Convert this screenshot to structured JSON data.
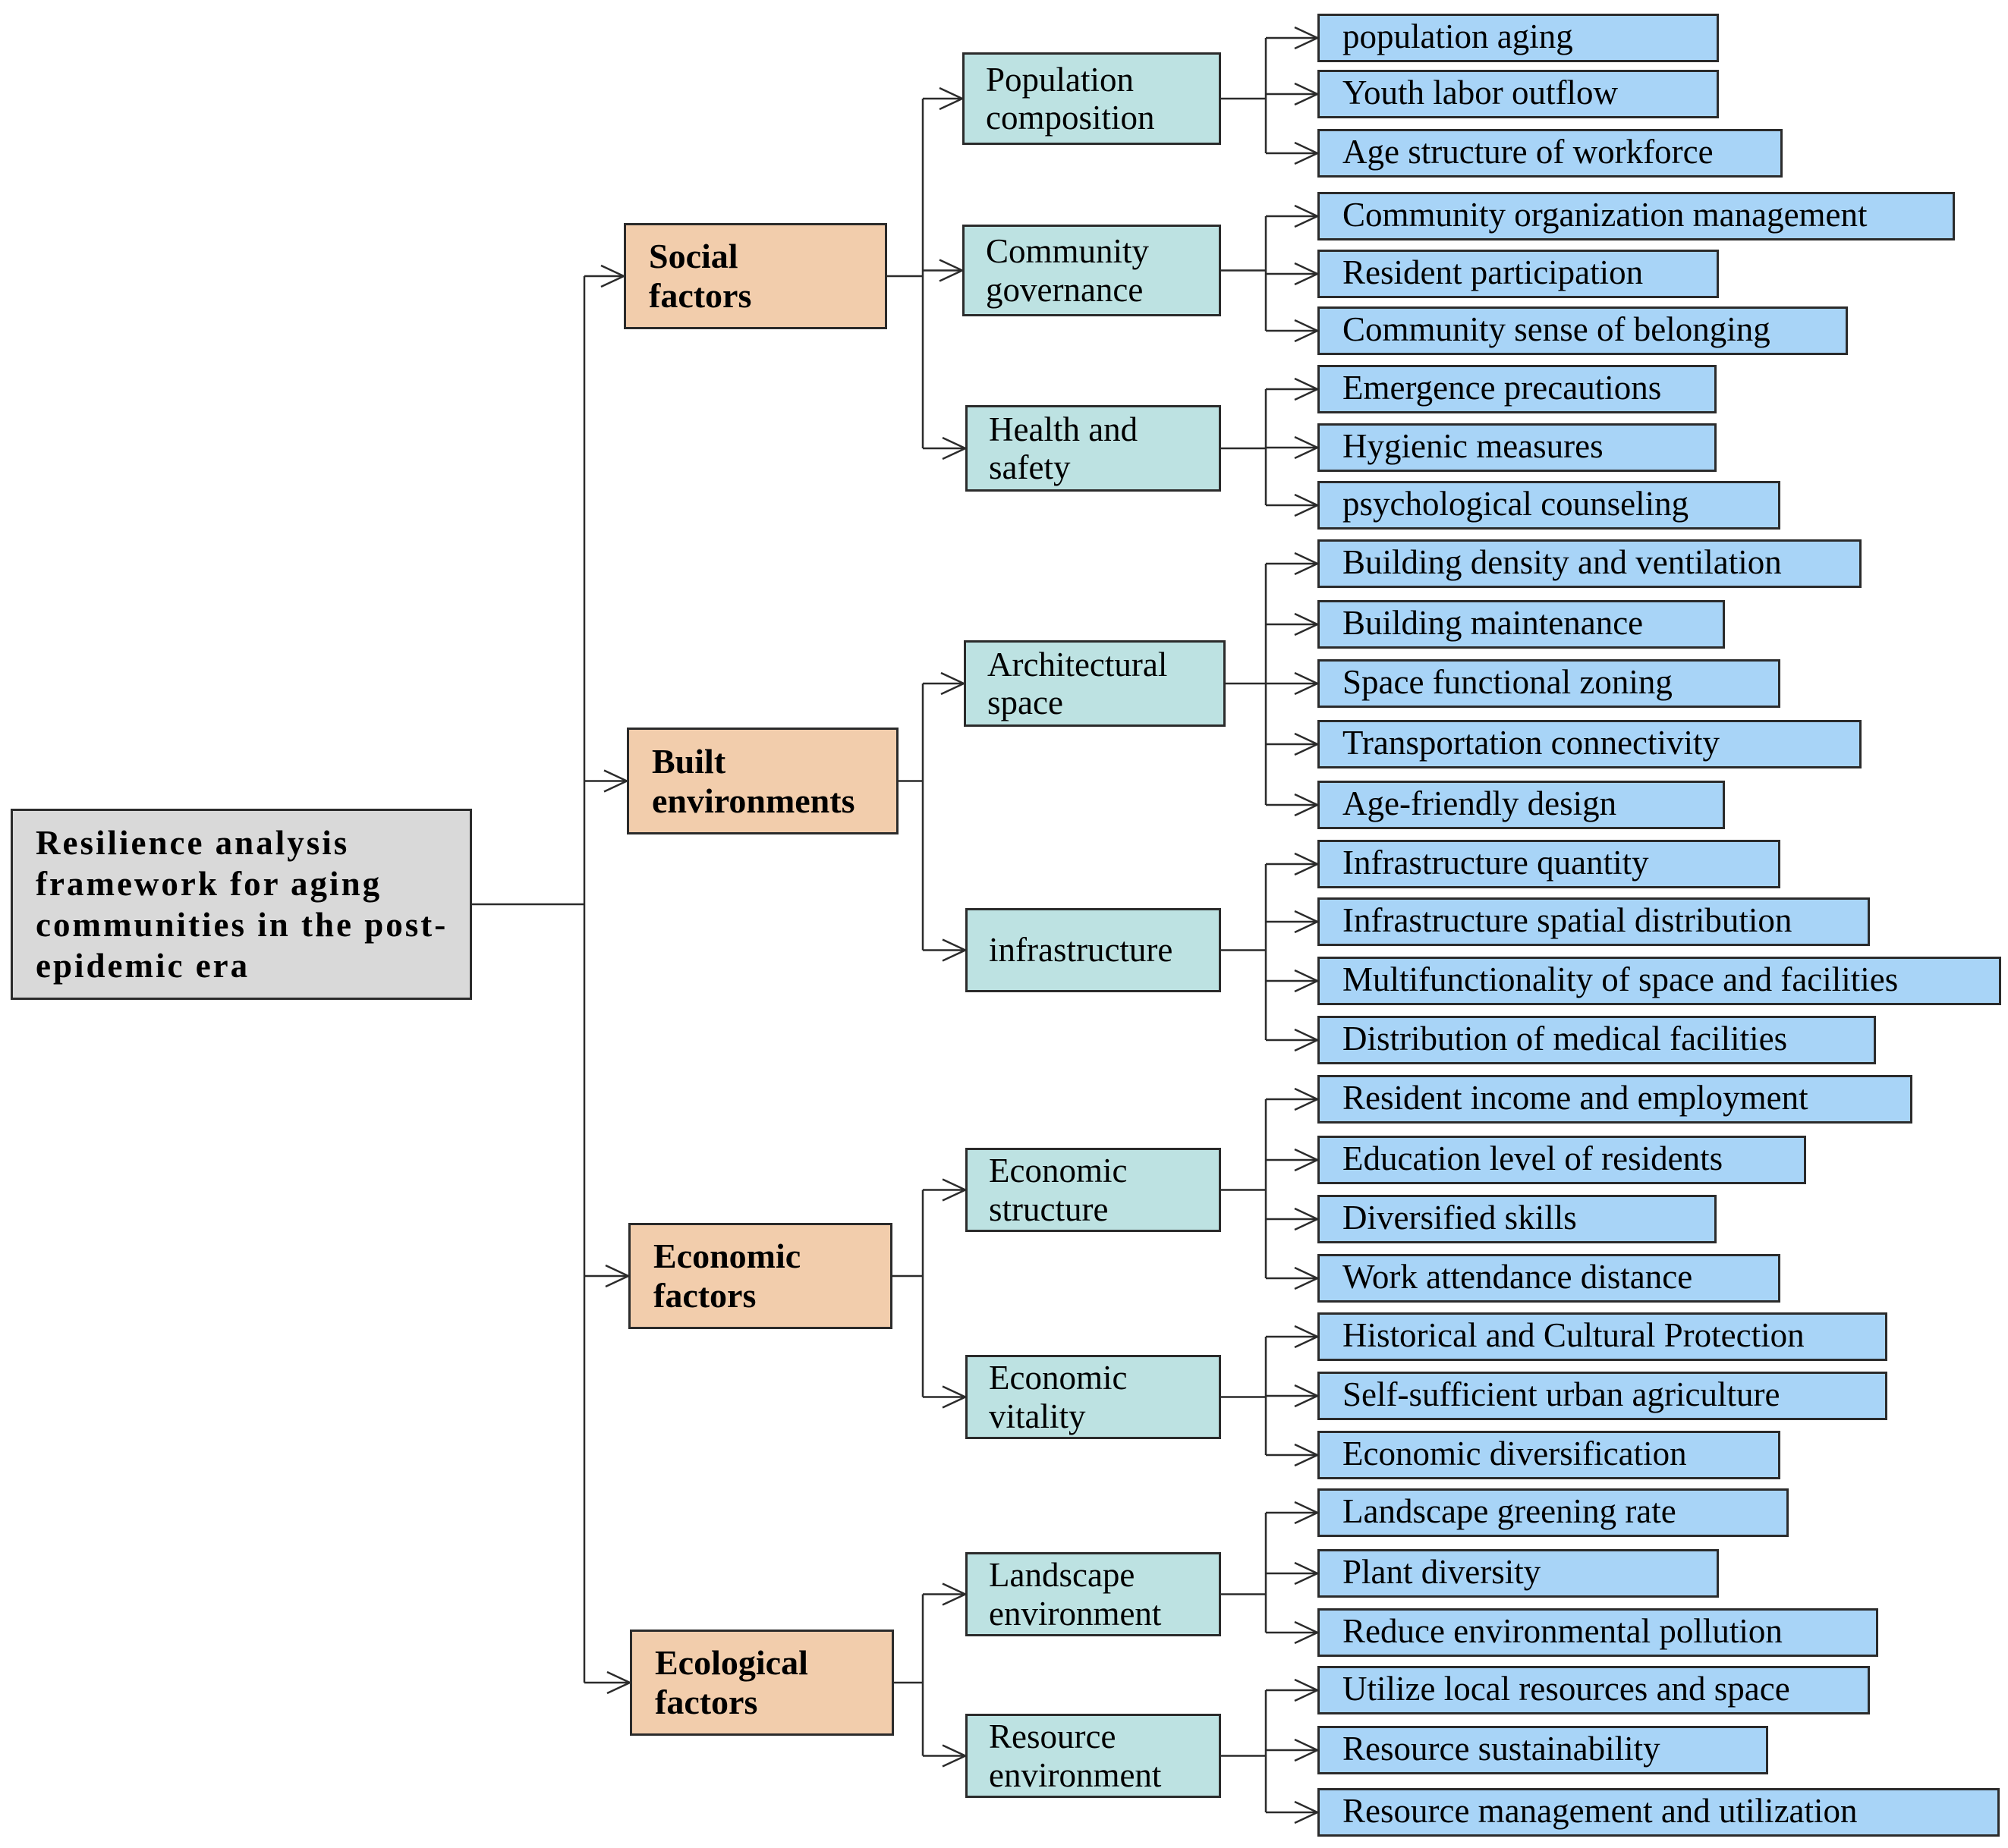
{
  "root": {
    "label": "Resilience analysis\nframework for  aging\ncommunities in the post-\nepidemic era"
  },
  "categories": [
    {
      "label": "Social\nfactors",
      "groups": [
        {
          "label": "Population\ncomposition",
          "items": [
            "population aging",
            "Youth labor outflow",
            "Age structure of workforce"
          ]
        },
        {
          "label": "Community\ngovernance",
          "items": [
            "Community organization management",
            "Resident participation",
            "Community sense of belonging"
          ]
        },
        {
          "label": "Health and\nsafety",
          "items": [
            "Emergence precautions",
            "Hygienic measures",
            "psychological counseling"
          ]
        }
      ]
    },
    {
      "label": "Built\nenvironments",
      "groups": [
        {
          "label": "Architectural\nspace",
          "items": [
            "Building density and ventilation",
            "Building maintenance",
            "Space functional zoning",
            "Transportation connectivity",
            "Age-friendly design"
          ]
        },
        {
          "label": "infrastructure",
          "items": [
            "Infrastructure quantity",
            "Infrastructure spatial distribution",
            "Multifunctionality of space and facilities",
            "Distribution of medical facilities"
          ]
        }
      ]
    },
    {
      "label": "Economic\nfactors",
      "groups": [
        {
          "label": "Economic\nstructure",
          "items": [
            "Resident income and employment",
            "Education level of residents",
            "Diversified skills",
            "Work attendance distance"
          ]
        },
        {
          "label": "Economic\nvitality",
          "items": [
            "Historical and Cultural Protection",
            "Self-sufficient urban agriculture",
            "Economic diversification"
          ]
        }
      ]
    },
    {
      "label": "Ecological\nfactors",
      "groups": [
        {
          "label": "Landscape\nenvironment",
          "items": [
            "Landscape greening rate",
            "Plant diversity",
            "Reduce environmental pollution"
          ]
        },
        {
          "label": "Resource\nenvironment",
          "items": [
            "Utilize local resources and space",
            "Resource sustainability",
            "Resource management and utilization"
          ]
        }
      ]
    }
  ]
}
